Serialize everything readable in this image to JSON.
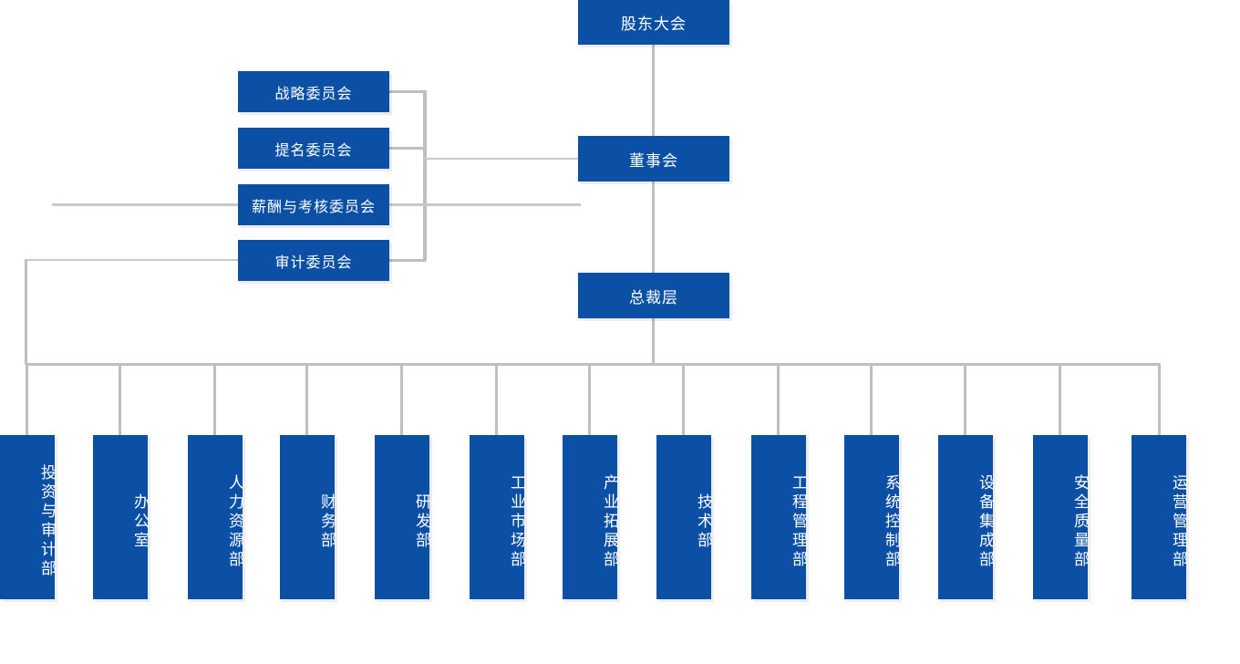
{
  "chart_data": {
    "type": "diagram",
    "title": "组织架构图",
    "orientation": "top-down",
    "node_color": "#0b50a4",
    "line_color": "#bfbfbf",
    "text_color": "#ffffff",
    "levels": [
      {
        "name": "shareholders",
        "nodes": [
          "股东大会"
        ]
      },
      {
        "name": "board",
        "nodes": [
          "董事会"
        ]
      },
      {
        "name": "committees",
        "nodes": [
          "战略委员会",
          "提名委员会",
          "薪酬与考核委员会",
          "审计委员会"
        ]
      },
      {
        "name": "executive",
        "nodes": [
          "总裁层"
        ]
      },
      {
        "name": "departments",
        "nodes": [
          "投资与审计部",
          "办公室",
          "人力资源部",
          "财务部",
          "研发部",
          "工业市场部",
          "产业拓展部",
          "技术部",
          "工程管理部",
          "系统控制部",
          "设备集成部",
          "安全质量部",
          "运营管理部"
        ]
      }
    ],
    "edges": [
      {
        "from": "股东大会",
        "to": "董事会"
      },
      {
        "from": "董事会",
        "to": "战略委员会"
      },
      {
        "from": "董事会",
        "to": "提名委员会"
      },
      {
        "from": "董事会",
        "to": "薪酬与考核委员会"
      },
      {
        "from": "董事会",
        "to": "审计委员会"
      },
      {
        "from": "董事会",
        "to": "总裁层"
      },
      {
        "from": "审计委员会",
        "to": "投资与审计部"
      },
      {
        "from": "总裁层",
        "to": "办公室"
      },
      {
        "from": "总裁层",
        "to": "人力资源部"
      },
      {
        "from": "总裁层",
        "to": "财务部"
      },
      {
        "from": "总裁层",
        "to": "研发部"
      },
      {
        "from": "总裁层",
        "to": "工业市场部"
      },
      {
        "from": "总裁层",
        "to": "产业拓展部"
      },
      {
        "from": "总裁层",
        "to": "技术部"
      },
      {
        "from": "总裁层",
        "to": "工程管理部"
      },
      {
        "from": "总裁层",
        "to": "系统控制部"
      },
      {
        "from": "总裁层",
        "to": "设备集成部"
      },
      {
        "from": "总裁层",
        "to": "安全质量部"
      },
      {
        "from": "总裁层",
        "to": "运营管理部"
      }
    ]
  },
  "org": {
    "shareholders_meeting": "股东大会",
    "board_of_directors": "董事会",
    "executive_level": "总裁层",
    "committees": [
      {
        "label": "战略委员会"
      },
      {
        "label": "提名委员会"
      },
      {
        "label": "薪酬与考核委员会"
      },
      {
        "label": "审计委员会"
      }
    ],
    "departments": [
      {
        "label": "投资与审计部"
      },
      {
        "label": "办公室"
      },
      {
        "label": "人力资源部"
      },
      {
        "label": "财务部"
      },
      {
        "label": "研发部"
      },
      {
        "label": "工业市场部"
      },
      {
        "label": "产业拓展部"
      },
      {
        "label": "技术部"
      },
      {
        "label": "工程管理部"
      },
      {
        "label": "系统控制部"
      },
      {
        "label": "设备集成部"
      },
      {
        "label": "安全质量部"
      },
      {
        "label": "运营管理部"
      }
    ]
  }
}
